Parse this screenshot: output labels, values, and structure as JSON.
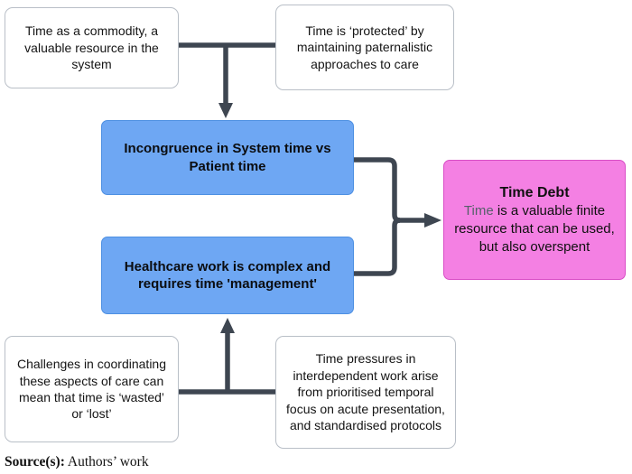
{
  "figure": {
    "nodes": {
      "commodity": "Time as a commodity, a valuable resource in the system",
      "protected": "Time is ‘protected’ by maintaining paternalistic approaches to care",
      "incongruence": "Incongruence in System time vs Patient time",
      "healthcare": "Healthcare work is complex and requires time 'management'",
      "challenges": "Challenges in coordinating these aspects of care can mean that time is ‘wasted’ or ‘lost’",
      "pressures": "Time pressures in interdependent work arise from prioritised temporal focus on acute presentation, and standardised protocols",
      "time_debt": {
        "title": "Time Debt",
        "highlight_word": "Time",
        "body_rest": " is a valuable finite resource that can be used, but also overspent"
      }
    },
    "source_label": "Source(s):",
    "source_text": " Authors’ work",
    "colors": {
      "node_blue": "#6ea7f3",
      "node_blue_border": "#4e90e2",
      "node_pink": "#f480e3",
      "node_pink_border": "#d94ec6",
      "white_node_border": "#b9bfc7",
      "connector": "#3e4651",
      "highlight_text": "#56606a",
      "background": "#ffffff"
    }
  }
}
